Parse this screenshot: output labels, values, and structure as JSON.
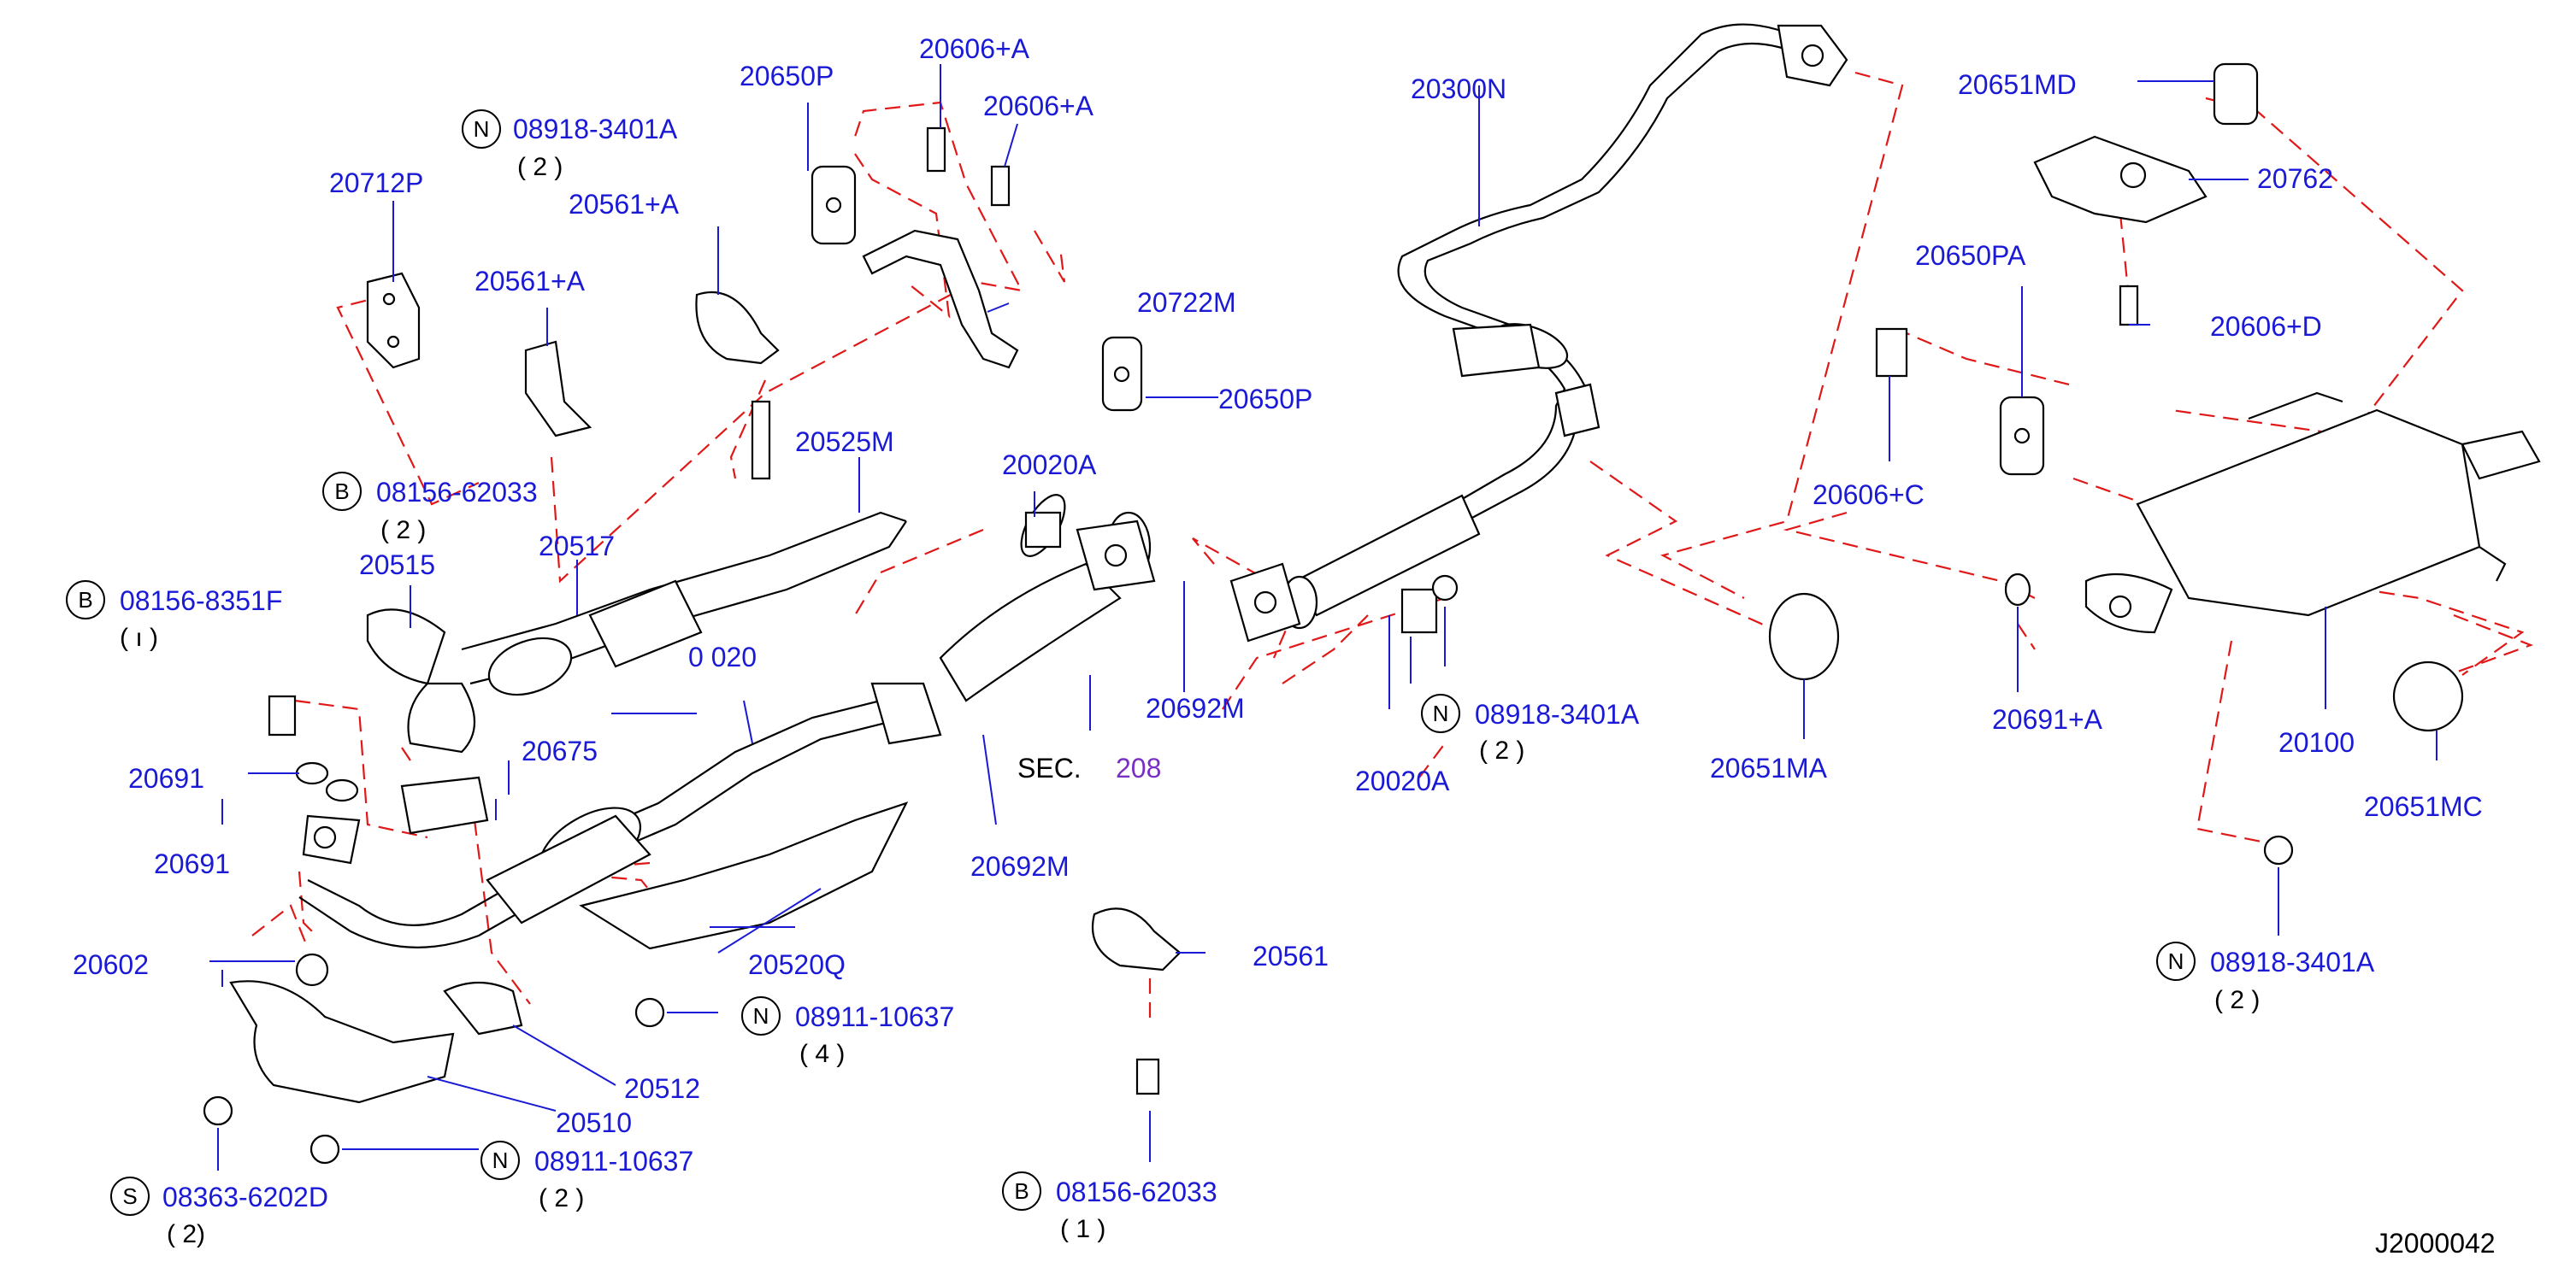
{
  "parts": {
    "p20650P_top": "20650P",
    "p20606A_1": "20606+A",
    "p20606A_2": "20606+A",
    "p20712P": "20712P",
    "p20561A_1": "20561+A",
    "p20561A_2": "20561+A",
    "p20722M": "20722M",
    "p20650P_right": "20650P",
    "p20525M": "20525M",
    "p20517": "20517",
    "p20515": "20515",
    "p20020A_top": "20020A",
    "p20020A_bot": "20020A",
    "p20300N": "20300N",
    "p20651MD": "20651MD",
    "p20762": "20762",
    "p20650PA": "20650PA",
    "p20606D": "20606+D",
    "p20606C": "20606+C",
    "p20691A": "20691+A",
    "p20100": "20100",
    "p20651MC": "20651MC",
    "p20651MA": "20651MA",
    "p20692M_1": "20692M",
    "p20692M_2": "20692M",
    "p20675": "20675",
    "p20691_1": "20691",
    "p20691_2": "20691",
    "p20602": "20602",
    "p20520Q": "20520Q",
    "p20512": "20512",
    "p20510": "20510",
    "p20561": "20561",
    "p20020_garbled": "0 020"
  },
  "fasteners": {
    "n_08918_top": {
      "prefix": "N",
      "code": "08918-3401A",
      "qty": "( 2   )"
    },
    "b_08156_left": {
      "prefix": "B",
      "code": "08156-62033",
      "qty": "( 2   )"
    },
    "b_08156_8351": {
      "prefix": "B",
      "code": "08156-8351F",
      "qty": "(  ı    )"
    },
    "n_08918_mid": {
      "prefix": "N",
      "code": "08918-3401A",
      "qty": "( 2   )"
    },
    "n_08918_right": {
      "prefix": "N",
      "code": "08918-3401A",
      "qty": "( 2   )"
    },
    "n_08911_4": {
      "prefix": "N",
      "code": "08911-10637",
      "qty": "( 4   )"
    },
    "n_08911_2": {
      "prefix": "N",
      "code": "08911-10637",
      "qty": "( 2   )"
    },
    "s_08363": {
      "prefix": "S",
      "code": "08363-6202D",
      "qty": "( 2)"
    },
    "b_08156_bottom": {
      "prefix": "B",
      "code": "08156-62033",
      "qty": "( 1   )"
    }
  },
  "section": {
    "label": "SEC.",
    "number": "208"
  },
  "diagram_id": "J2000042"
}
